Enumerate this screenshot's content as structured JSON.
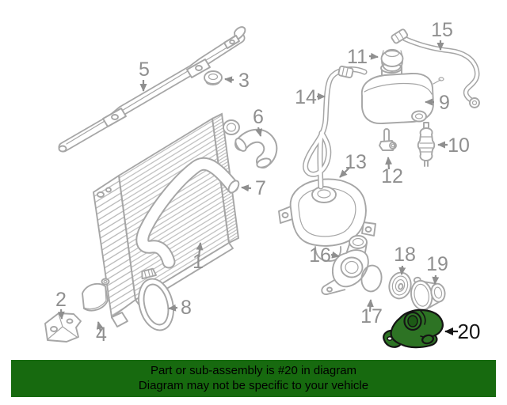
{
  "parts": [
    {
      "number": "1"
    },
    {
      "number": "2"
    },
    {
      "number": "3"
    },
    {
      "number": "4"
    },
    {
      "number": "5"
    },
    {
      "number": "6"
    },
    {
      "number": "7"
    },
    {
      "number": "8"
    },
    {
      "number": "9"
    },
    {
      "number": "10"
    },
    {
      "number": "11"
    },
    {
      "number": "12"
    },
    {
      "number": "13"
    },
    {
      "number": "14"
    },
    {
      "number": "15"
    },
    {
      "number": "16"
    },
    {
      "number": "17"
    },
    {
      "number": "18"
    },
    {
      "number": "19"
    },
    {
      "number": "20"
    }
  ],
  "highlighted_part_number": "20",
  "banner": {
    "line1": "Part or sub-assembly is #20 in diagram",
    "line2": "Diagram may not be specific to your vehicle"
  },
  "colors": {
    "line_art": "#a6a6a6",
    "callout_label": "#8f8f8f",
    "highlight_fill": "#2d7324",
    "highlight_outline": "#141414",
    "banner_background": "#176a0f",
    "banner_text": "#000000",
    "background": "#ffffff"
  }
}
